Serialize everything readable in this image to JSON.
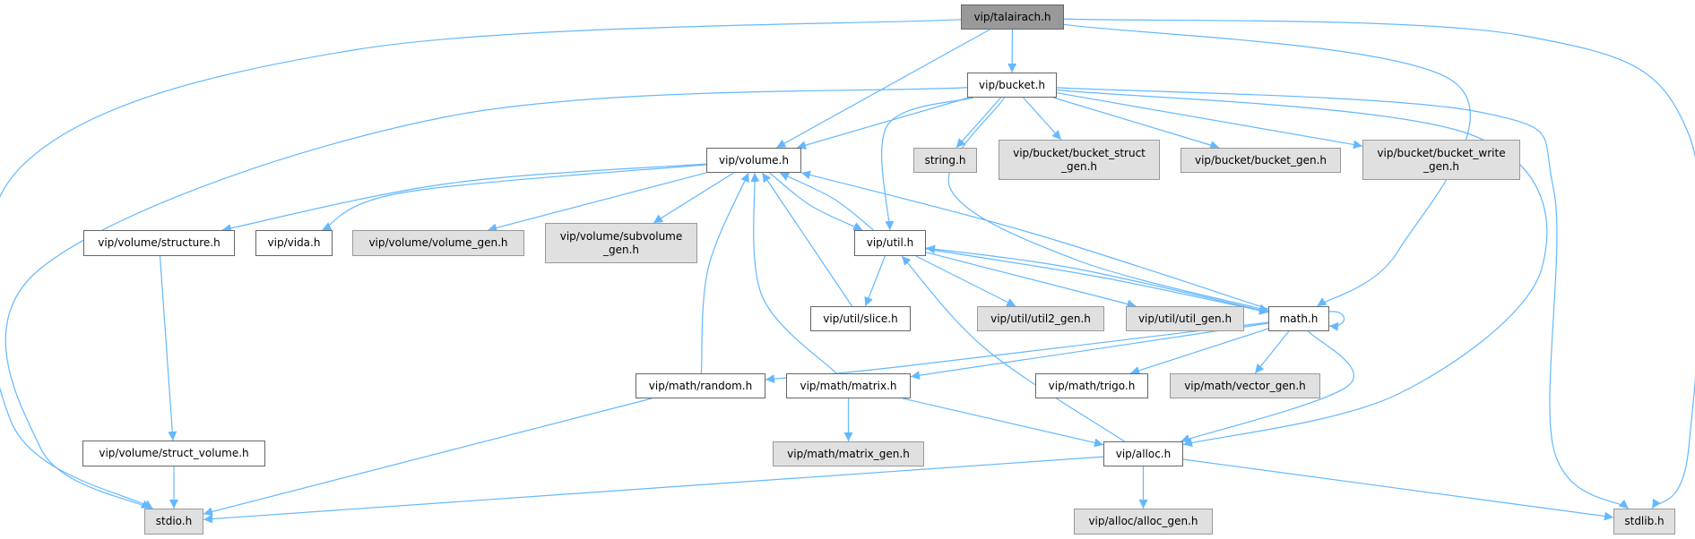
{
  "graph": {
    "root": "talairach",
    "colors": {
      "edge": "#63b8ff",
      "root_fill": "#999999",
      "node_fill": "#ffffff",
      "external_fill": "#e0e0e0"
    },
    "nodes": {
      "talairach": {
        "label": "vip/talairach.h",
        "kind": "root"
      },
      "bucket": {
        "label": "vip/bucket.h",
        "kind": "doc"
      },
      "volume": {
        "label": "vip/volume.h",
        "kind": "doc"
      },
      "string": {
        "label": "string.h",
        "kind": "ext"
      },
      "bucket_struct_gen": {
        "label": "vip/bucket/bucket_struct\n_gen.h",
        "kind": "ext"
      },
      "bucket_gen": {
        "label": "vip/bucket/bucket_gen.h",
        "kind": "ext"
      },
      "bucket_write_gen": {
        "label": "vip/bucket/bucket_write\n_gen.h",
        "kind": "ext"
      },
      "structure": {
        "label": "vip/volume/structure.h",
        "kind": "doc"
      },
      "vida": {
        "label": "vip/vida.h",
        "kind": "doc"
      },
      "volume_gen": {
        "label": "vip/volume/volume_gen.h",
        "kind": "ext"
      },
      "subvolume_gen": {
        "label": "vip/volume/subvolume\n_gen.h",
        "kind": "ext"
      },
      "util": {
        "label": "vip/util.h",
        "kind": "doc"
      },
      "slice": {
        "label": "vip/util/slice.h",
        "kind": "doc"
      },
      "util2_gen": {
        "label": "vip/util/util2_gen.h",
        "kind": "ext"
      },
      "util_gen": {
        "label": "vip/util/util_gen.h",
        "kind": "ext"
      },
      "math": {
        "label": "math.h",
        "kind": "doc"
      },
      "random": {
        "label": "vip/math/random.h",
        "kind": "doc"
      },
      "matrix": {
        "label": "vip/math/matrix.h",
        "kind": "doc"
      },
      "trigo": {
        "label": "vip/math/trigo.h",
        "kind": "doc"
      },
      "vector_gen": {
        "label": "vip/math/vector_gen.h",
        "kind": "ext"
      },
      "struct_volume": {
        "label": "vip/volume/struct_volume.h",
        "kind": "doc"
      },
      "matrix_gen": {
        "label": "vip/math/matrix_gen.h",
        "kind": "ext"
      },
      "alloc": {
        "label": "vip/alloc.h",
        "kind": "doc"
      },
      "stdio": {
        "label": "stdio.h",
        "kind": "ext"
      },
      "alloc_gen": {
        "label": "vip/alloc/alloc_gen.h",
        "kind": "ext"
      },
      "stdlib": {
        "label": "stdlib.h",
        "kind": "ext"
      }
    },
    "edges": [
      [
        "talairach",
        "stdio"
      ],
      [
        "talairach",
        "volume"
      ],
      [
        "talairach",
        "bucket"
      ],
      [
        "talairach",
        "math"
      ],
      [
        "talairach",
        "stdlib"
      ],
      [
        "bucket",
        "stdio"
      ],
      [
        "bucket",
        "volume"
      ],
      [
        "bucket",
        "util"
      ],
      [
        "bucket",
        "math"
      ],
      [
        "bucket",
        "string"
      ],
      [
        "bucket",
        "bucket_struct_gen"
      ],
      [
        "bucket",
        "bucket_gen"
      ],
      [
        "bucket",
        "bucket_write_gen"
      ],
      [
        "bucket",
        "alloc"
      ],
      [
        "bucket",
        "stdlib"
      ],
      [
        "volume",
        "structure"
      ],
      [
        "volume",
        "vida"
      ],
      [
        "volume",
        "volume_gen"
      ],
      [
        "volume",
        "subvolume_gen"
      ],
      [
        "volume",
        "util"
      ],
      [
        "util",
        "volume"
      ],
      [
        "util",
        "slice"
      ],
      [
        "util",
        "util2_gen"
      ],
      [
        "util",
        "util_gen"
      ],
      [
        "util",
        "math"
      ],
      [
        "slice",
        "volume"
      ],
      [
        "math",
        "volume"
      ],
      [
        "math",
        "util"
      ],
      [
        "math",
        "math"
      ],
      [
        "math",
        "random"
      ],
      [
        "math",
        "matrix"
      ],
      [
        "math",
        "trigo"
      ],
      [
        "math",
        "vector_gen"
      ],
      [
        "math",
        "alloc"
      ],
      [
        "random",
        "volume"
      ],
      [
        "random",
        "stdio"
      ],
      [
        "matrix",
        "volume"
      ],
      [
        "matrix",
        "matrix_gen"
      ],
      [
        "matrix",
        "alloc"
      ],
      [
        "structure",
        "struct_volume"
      ],
      [
        "struct_volume",
        "stdio"
      ],
      [
        "alloc",
        "util"
      ],
      [
        "alloc",
        "stdio"
      ],
      [
        "alloc",
        "alloc_gen"
      ],
      [
        "alloc",
        "stdlib"
      ]
    ]
  }
}
